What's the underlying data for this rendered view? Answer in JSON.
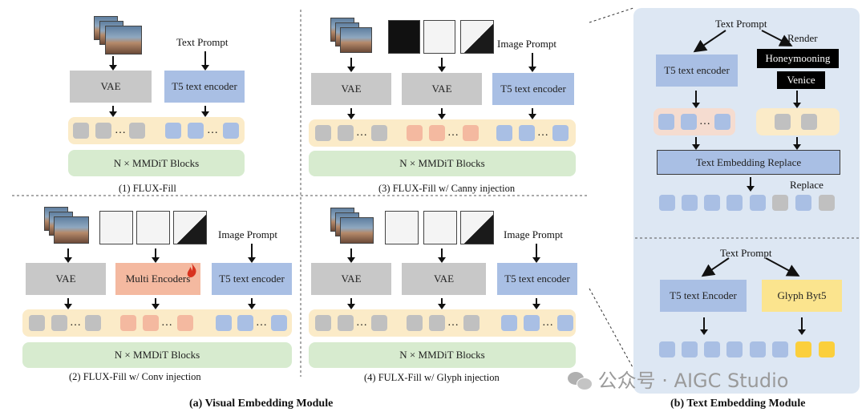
{
  "panel_a": {
    "flux_fill": {
      "text_prompt": "Text Prompt",
      "vae": "VAE",
      "t5": "T5 text encoder",
      "blocks": "N × MMDiT Blocks",
      "caption": "(1) FLUX-Fill"
    },
    "canny": {
      "image_prompt": "Image Prompt",
      "vae1": "VAE",
      "vae2": "VAE",
      "t5": "T5 text encoder",
      "blocks": "N × MMDiT Blocks",
      "caption": "(3) FLUX-Fill  w/ Canny injection"
    },
    "conv": {
      "image_prompt": "Image Prompt",
      "vae": "VAE",
      "multi": "Multi Encoders",
      "t5": "T5 text encoder",
      "blocks": "N ×  MMDiT Blocks",
      "caption": "(2) FLUX-Fill w/ Conv injection"
    },
    "glyph": {
      "image_prompt": "Image Prompt",
      "vae1": "VAE",
      "vae2": "VAE",
      "t5": "T5 text encoder",
      "blocks": "N × MMDiT Blocks",
      "caption": "(4) FULX-Fill w/ Glyph injection"
    },
    "title": "(a)  Visual Embedding Module"
  },
  "panel_b": {
    "top": {
      "text_prompt": "Text Prompt",
      "render": "Render",
      "t5": "T5 text encoder",
      "word1": "Honeymooning",
      "word2": "Venice",
      "replace_box": "Text Embedding Replace",
      "replace": "Replace"
    },
    "bottom": {
      "text_prompt": "Text Prompt",
      "t5": "T5 text Encoder",
      "glyph": "Glyph Byt5"
    },
    "title": "(b)  Text Embedding Module"
  },
  "watermark": "公众号 · AIGC Studio",
  "colors": {
    "vae": "#c8c8c8",
    "t5": "#a9bfe4",
    "multi": "#f4b9a0",
    "blocks": "#d7ebcf",
    "token_bar": "#fbebc8",
    "panel_b_bg": "#dde7f3"
  }
}
